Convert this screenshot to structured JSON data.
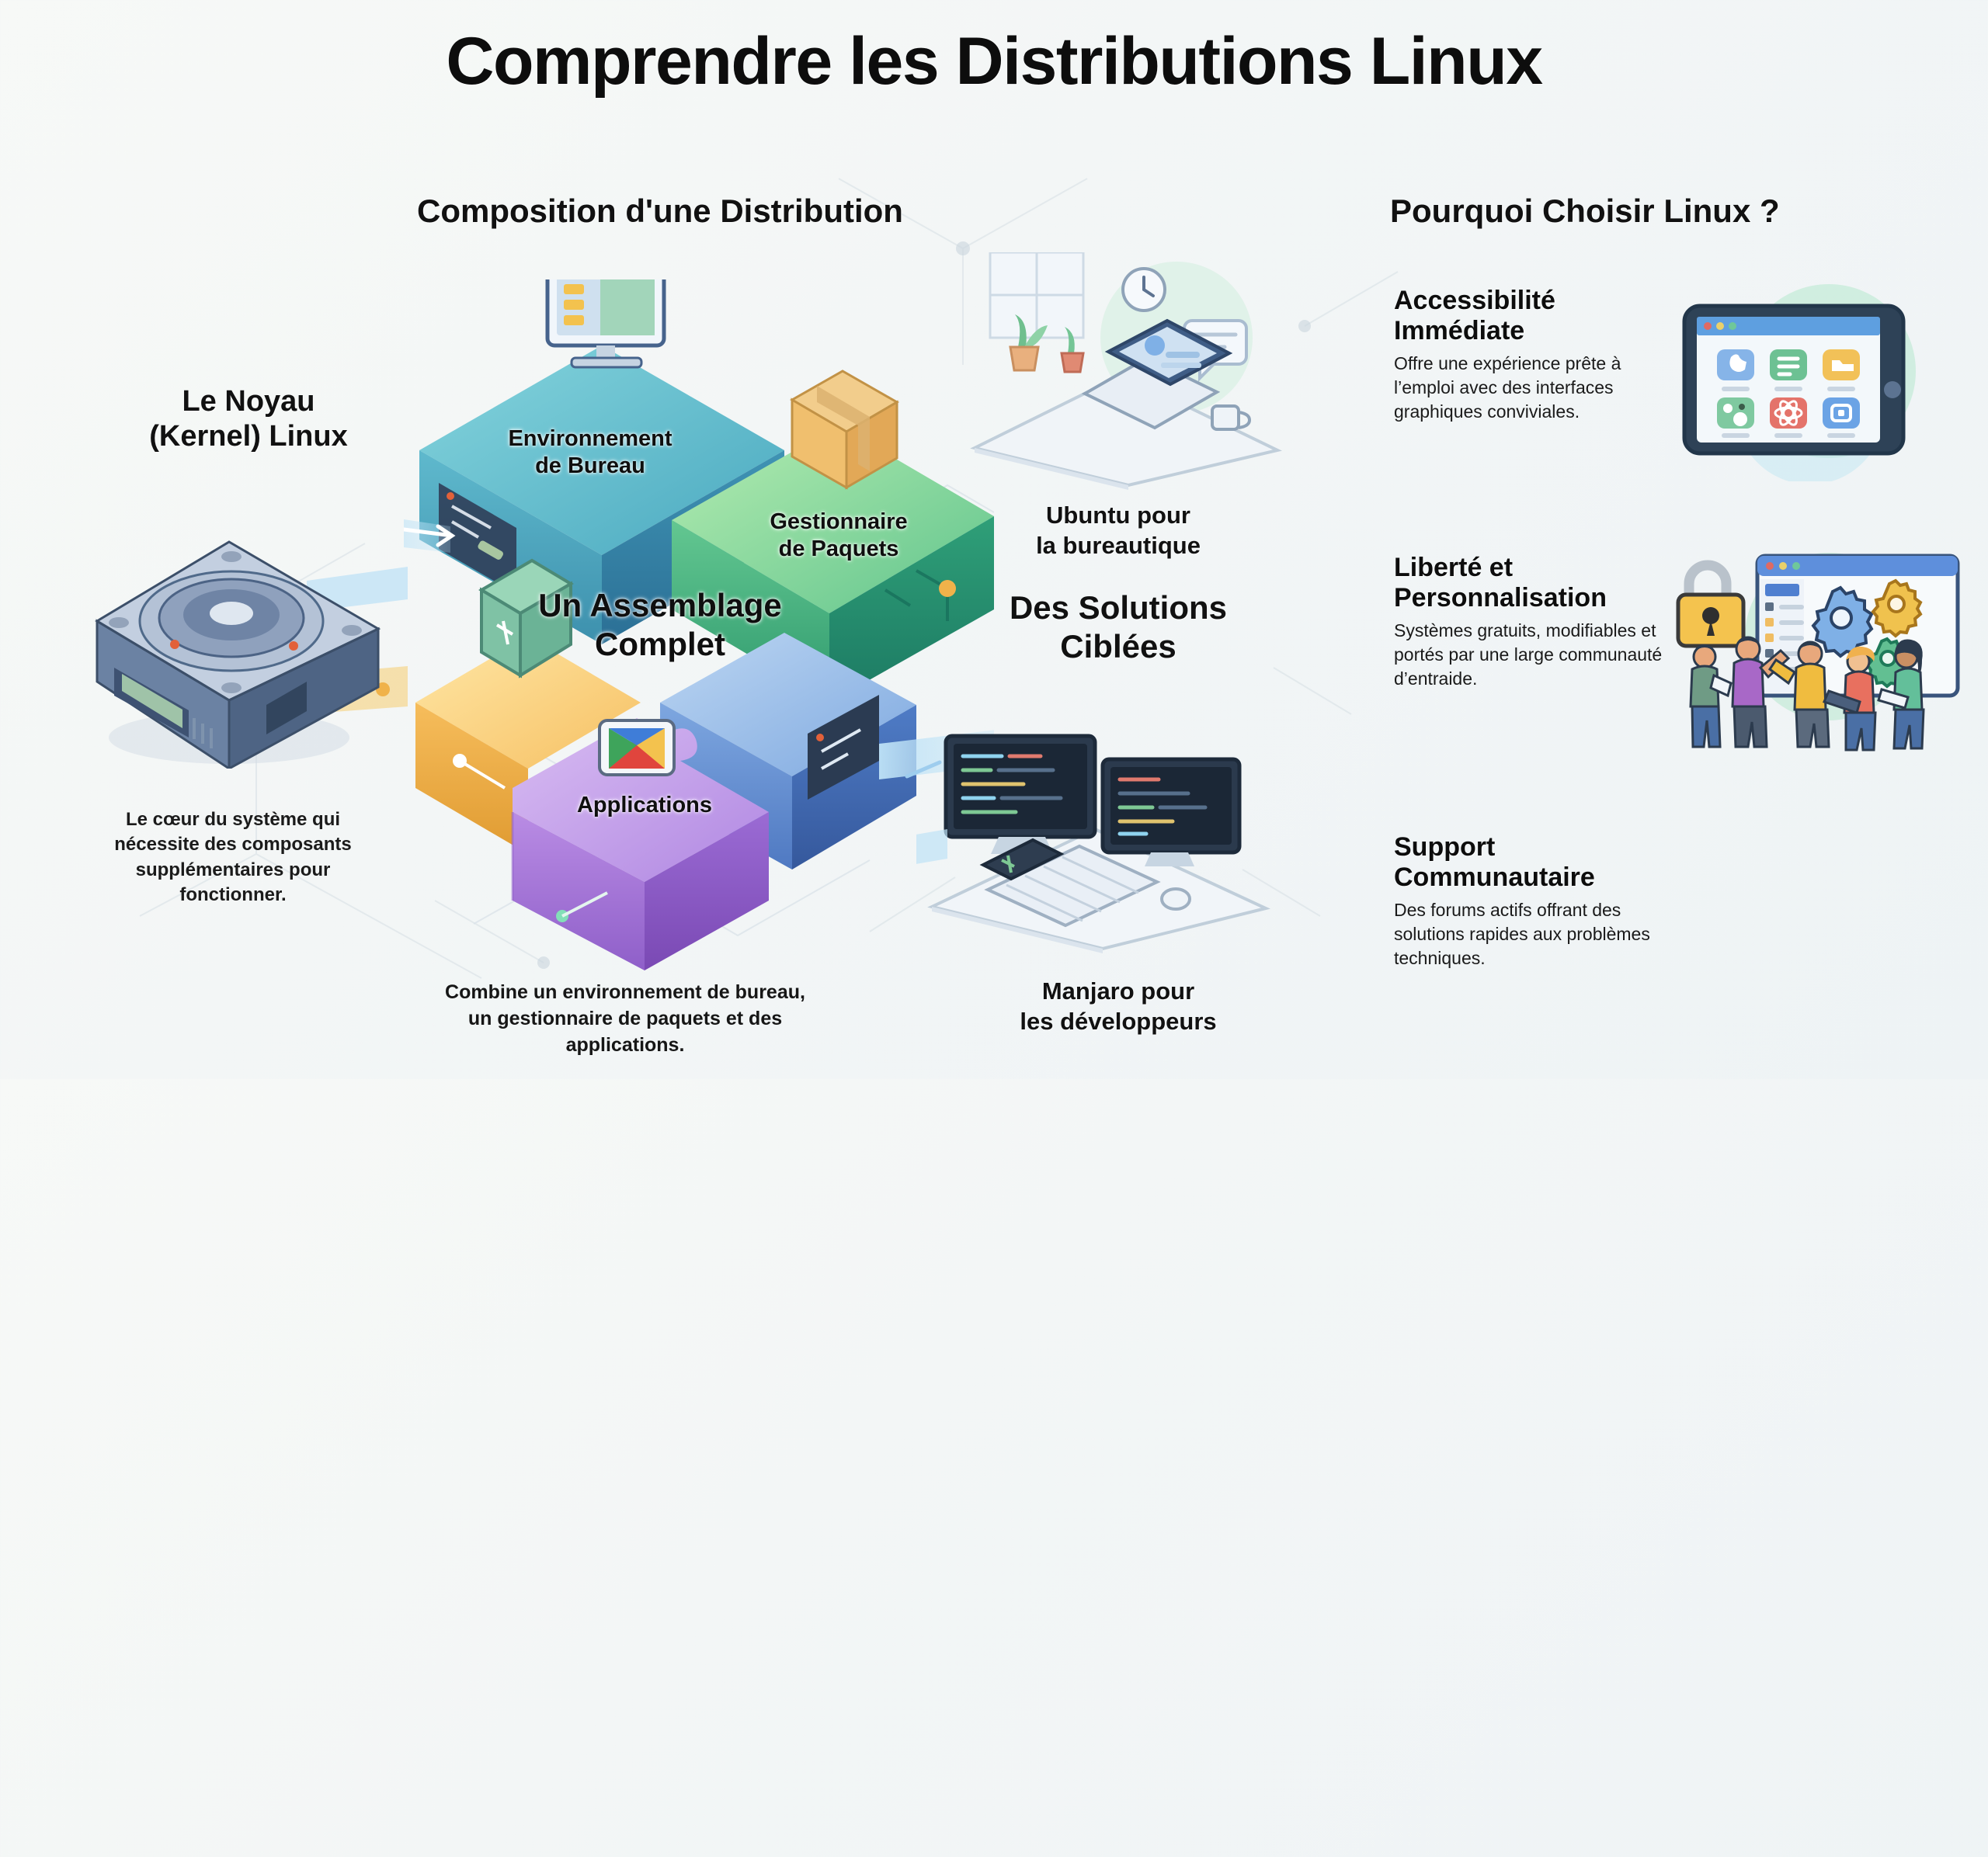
{
  "title": "Comprendre les Distributions Linux",
  "columns": {
    "left_heading": "Composition d'une Distribution",
    "right_heading": "Pourquoi Choisir Linux ?"
  },
  "kernel": {
    "title_line1": "Le Noyau",
    "title_line2": "(Kernel) Linux",
    "caption": "Le cœur du système qui nécessite des composants supplémentaires pour fonctionner.",
    "icon": "cpu-chip-isometric-icon"
  },
  "assembly": {
    "headline_line1": "Un Assemblage",
    "headline_line2": "Complet",
    "caption": "Combine un environnement de bureau,  un gestionnaire de paquets et des applications.",
    "blocks": [
      {
        "id": "desktop-environment",
        "label_line1": "Environnement",
        "label_line2": "de Bureau",
        "color": "#4fb3c4",
        "icon": "monitor-icon"
      },
      {
        "id": "package-manager",
        "label_line1": "Gestionnaire",
        "label_line2": "de Paquets",
        "color": "#63c78a",
        "icon": "package-box-icon"
      },
      {
        "id": "applications",
        "label_line1": "Applications",
        "label_line2": "",
        "color": "#a97fe0",
        "icon": "app-store-icon"
      }
    ]
  },
  "solutions": {
    "title_line1": "Des Solutions",
    "title_line2": "Ciblées",
    "ubuntu_line1": "Ubuntu pour",
    "ubuntu_line2": "la bureautique",
    "manjaro_line1": "Manjaro pour",
    "manjaro_line2": "les développeurs",
    "ubuntu_icon": "laptop-desk-office-icon",
    "manjaro_icon": "dual-monitor-code-icon"
  },
  "benefits": [
    {
      "title_line1": "Accessibilité",
      "title_line2": "Immédiate",
      "desc": "Offre une expérience prête à l’emploi avec des interfaces graphiques conviviales.",
      "icon": "tablet-app-grid-icon"
    },
    {
      "title_line1": "Liberté et",
      "title_line2": "Personnalisation",
      "desc": "Systèmes gratuits, modifiables et portés par une large communauté d’entraide.",
      "icon": "open-padlock-gears-people-icon"
    },
    {
      "title_line1": "Support",
      "title_line2": "Communautaire",
      "desc": "Des forums actifs offrant des solutions rapides aux problèmes techniques.",
      "icon": "chat-network-users-icon"
    }
  ],
  "palette": {
    "background": "#f4f7f6",
    "teal": "#4fb3c4",
    "green": "#63c78a",
    "purple": "#a97fe0",
    "orange": "#f0b24a",
    "blue": "#5a8fd8",
    "dark": "#2d3e52"
  }
}
